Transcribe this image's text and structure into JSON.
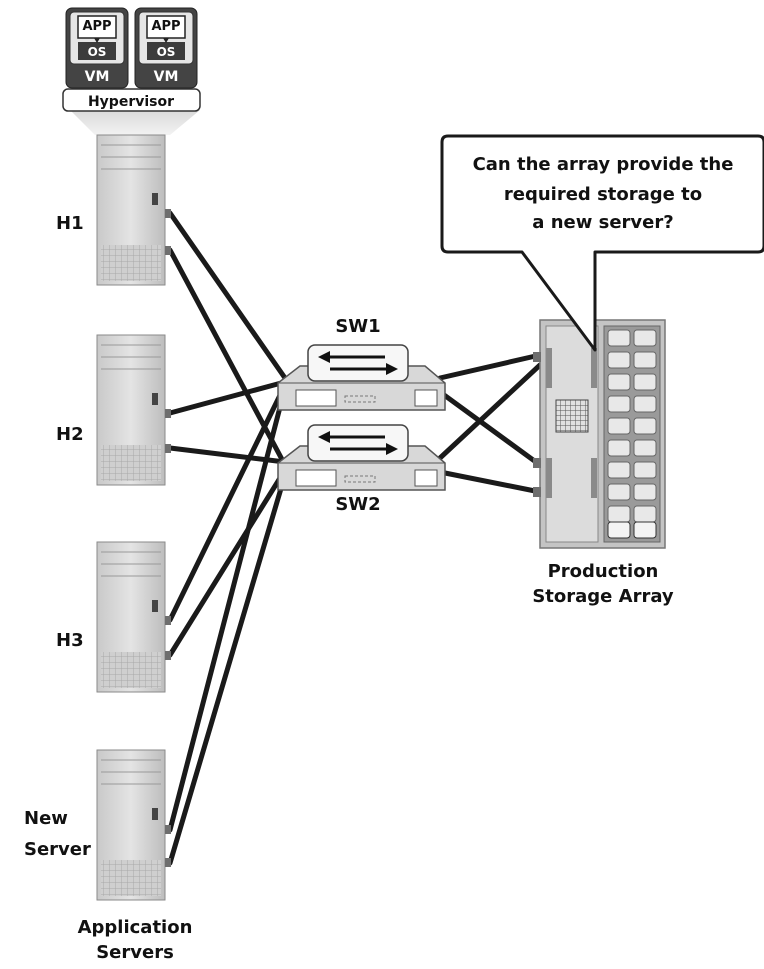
{
  "vms": [
    {
      "app": "APP",
      "os": "OS",
      "vm": "VM"
    },
    {
      "app": "APP",
      "os": "OS",
      "vm": "VM"
    }
  ],
  "hypervisor": "Hypervisor",
  "hosts": [
    "H1",
    "H2",
    "H3"
  ],
  "new_server": [
    "New",
    "Server"
  ],
  "group_label": [
    "Application",
    "Servers"
  ],
  "switches": [
    "SW1",
    "SW2"
  ],
  "storage_label": [
    "Production",
    "Storage Array"
  ],
  "callout": [
    "Can the array provide the",
    "required storage to",
    "a new server?"
  ]
}
